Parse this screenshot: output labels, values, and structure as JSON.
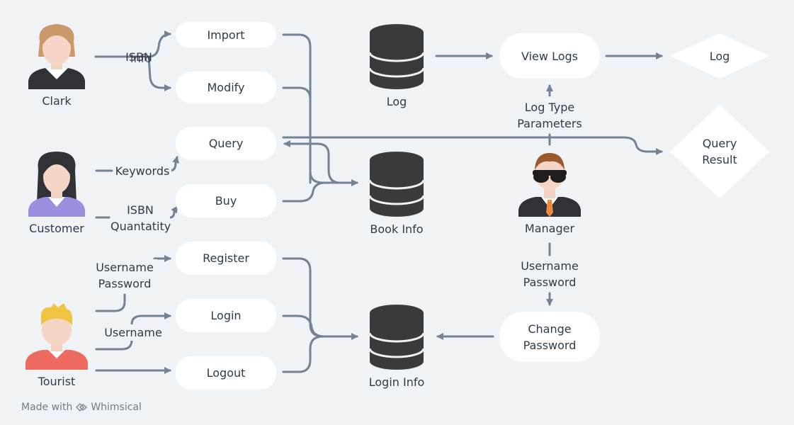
{
  "colors": {
    "background": "#f0f3f6",
    "connector": "#738393",
    "node_fill": "#ffffff",
    "database": "#3a3a3a",
    "text": "#2f3b47"
  },
  "actors": {
    "clark": {
      "name": "Clark",
      "icon": "female-clerk-icon"
    },
    "customer": {
      "name": "Customer",
      "icon": "female-customer-icon"
    },
    "tourist": {
      "name": "Tourist",
      "icon": "male-tourist-icon"
    },
    "manager": {
      "name": "Manager",
      "icon": "manager-sunglasses-icon"
    }
  },
  "actions": {
    "import": "Import",
    "modify": "Modify",
    "query": "Query",
    "buy": "Buy",
    "register": "Register",
    "login": "Login",
    "logout": "Logout",
    "view_logs": "View Logs",
    "change_password": "Change Password"
  },
  "stores": {
    "log": "Log",
    "book_info": "Book Info",
    "login_info": "Login Info"
  },
  "outputs": {
    "log": "Log",
    "query_result": "Query Result"
  },
  "edge_labels": {
    "clark_isbn": "ISBN",
    "clark_info": "Info",
    "keywords": "Keywords",
    "isbn": "ISBN",
    "quantatity": "Quantatity",
    "username_password": "Username Password",
    "username": "Username",
    "log_type_parameters": "Log Type Parameters",
    "manager_username_password": "Username Password"
  },
  "footer": {
    "made_with": "Made with",
    "brand": "Whimsical",
    "brand_icon": "whimsical-logo-icon"
  }
}
